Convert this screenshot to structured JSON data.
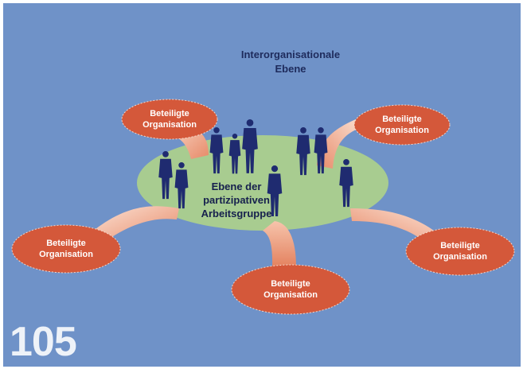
{
  "title": "Interorganisationale\nEbene",
  "center_label": "Ebene der\npartizipativen\nArbeitsgruppe",
  "organisations": [
    {
      "label": "Beteiligte\nOrganisation"
    },
    {
      "label": "Beteiligte\nOrganisation"
    },
    {
      "label": "Beteiligte\nOrganisation"
    },
    {
      "label": "Beteiligte\nOrganisation"
    },
    {
      "label": "Beteiligte\nOrganisation"
    }
  ],
  "page_number": "105",
  "colors": {
    "background": "#6f92c8",
    "center_ellipse": "#a8cc90",
    "organisation_fill": "#d4583a",
    "arrow_fill": "#f2b49c",
    "figures": "#1f2b70"
  }
}
